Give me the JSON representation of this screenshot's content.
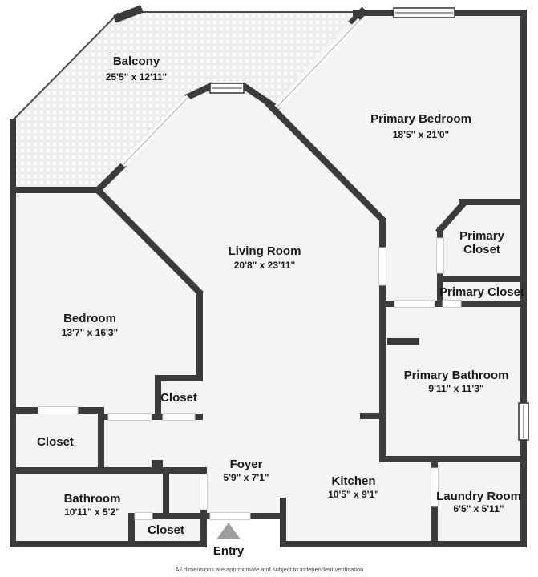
{
  "floorplan": {
    "rooms": {
      "balcony": {
        "name": "Balcony",
        "dims": "25'5\" x 12'11\""
      },
      "primary_bedroom": {
        "name": "Primary Bedroom",
        "dims": "18'5\" x 21'0\""
      },
      "living_room": {
        "name": "Living Room",
        "dims": "20'8\" x 23'11\""
      },
      "primary_closet_upper": {
        "line1": "Primary",
        "line2": "Closet"
      },
      "primary_closet_lower": {
        "name": "Primary Closet"
      },
      "primary_bathroom": {
        "name": "Primary Bathroom",
        "dims": "9'11\" x 11'3\""
      },
      "bedroom": {
        "name": "Bedroom",
        "dims": "13'7\" x 16'3\""
      },
      "bedroom_closet": {
        "name": "Closet"
      },
      "hall_closet": {
        "name": "Closet"
      },
      "bathroom": {
        "name": "Bathroom",
        "dims": "10'11\" x 5'2\""
      },
      "entry_closet": {
        "name": "Closet"
      },
      "foyer": {
        "name": "Foyer",
        "dims": "5'9\" x 7'1\""
      },
      "kitchen": {
        "name": "Kitchen",
        "dims": "10'5\" x 9'1\""
      },
      "laundry_room": {
        "name": "Laundry Room",
        "dims": "6'5\" x 5'11\""
      }
    },
    "entry_label": "Entry",
    "footer": "All dimensions are approximate and subject to independent verification",
    "colors": {
      "wall": "#3b3b3b",
      "floor": "#f4f4f4",
      "text": "#191919",
      "entry_arrow": "#9e9e9e",
      "window": "#ffffff",
      "balcony_tile_line": "#d8d8d8"
    }
  }
}
